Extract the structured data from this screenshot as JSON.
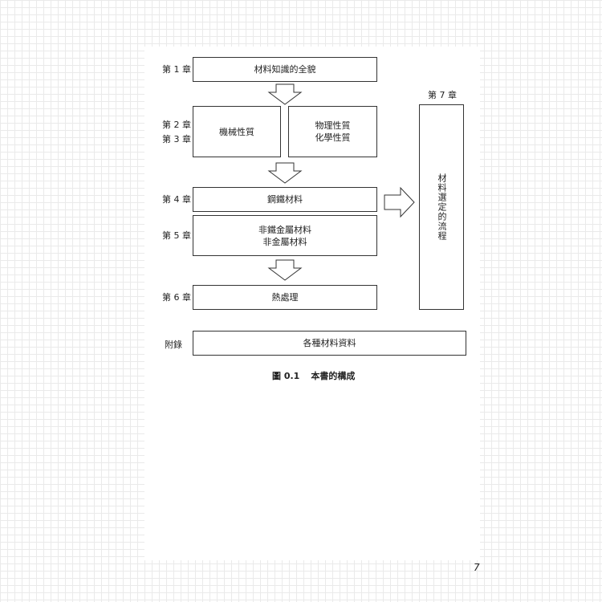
{
  "chapters": {
    "ch1": "第 1 章",
    "ch2": "第 2 章",
    "ch3": "第 3 章",
    "ch4": "第 4 章",
    "ch5": "第 5 章",
    "ch6": "第 6 章",
    "ch7": "第 7 章",
    "appendix": "附錄"
  },
  "boxes": {
    "overview": "材料知識的全貌",
    "mechanical": "機械性質",
    "physical_chemical": "物理性質\n化學性質",
    "steel": "鋼鐵材料",
    "nonferrous": "非鐵金屬材料\n非金屬材料",
    "heat": "熱處理",
    "selection": "材料選定的流程",
    "appendix": "各種材料資料"
  },
  "caption": {
    "number": "圖 0.1",
    "title": "本書的構成"
  },
  "page_number": "7"
}
